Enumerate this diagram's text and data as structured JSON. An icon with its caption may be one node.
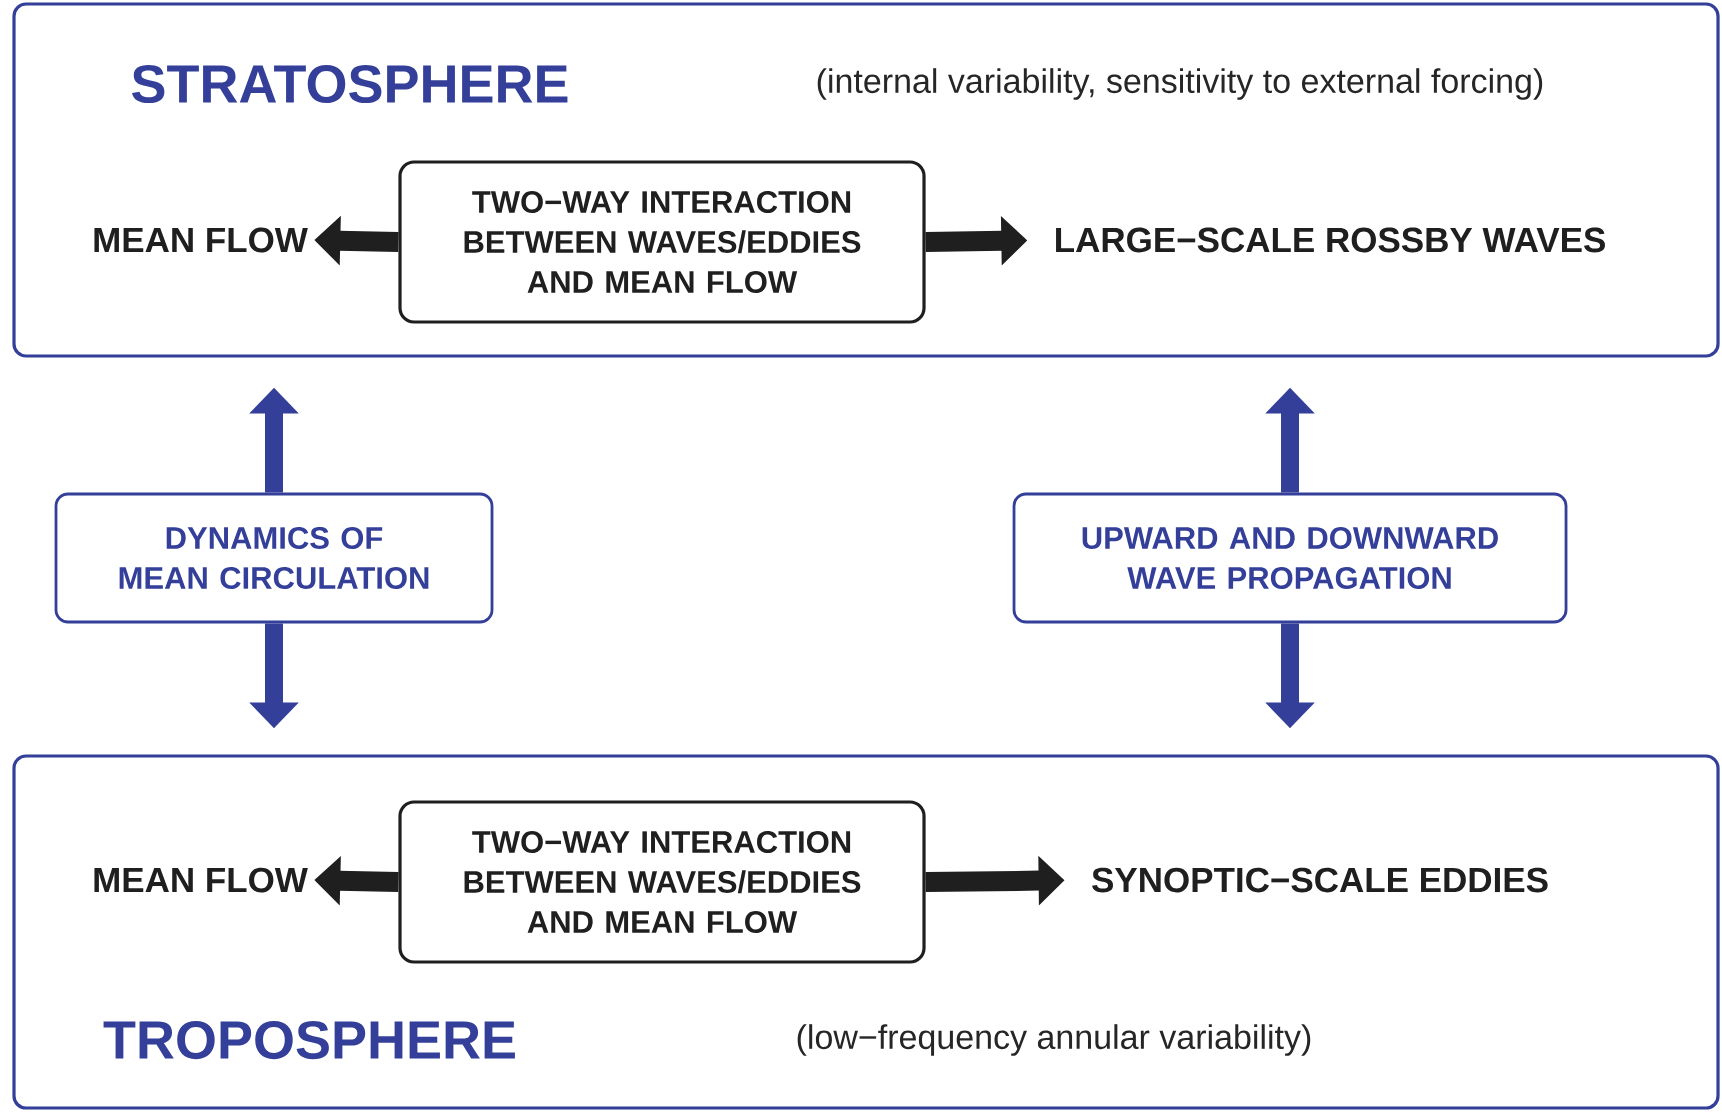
{
  "diagram": {
    "nodes": [
      {
        "text": [
          "STRATOSPHERE",
          "(internal variability, sensitivity to external forcing)"
        ]
      },
      {
        "text": [
          "MEAN FLOW"
        ],
        "in": 0
      },
      {
        "text": [
          "TWO−WAY INTERACTION BETWEEN WAVES/EDDIES AND MEAN FLOW"
        ],
        "in": 0
      },
      {
        "text": [
          "LARGE−SCALE ROSSBY WAVES"
        ],
        "in": 0
      },
      {
        "text": [
          "DYNAMICS OF MEAN CIRCULATION"
        ]
      },
      {
        "text": [
          "UPWARD AND DOWNWARD WAVE PROPAGATION"
        ]
      },
      {
        "text": [
          "TROPOSPHERE",
          "(low−frequency annular variability)"
        ]
      },
      {
        "text": [
          "MEAN FLOW"
        ],
        "in": 6
      },
      {
        "text": [
          "TWO−WAY INTERACTION BETWEEN WAVES/EDDIES AND MEAN FLOW"
        ],
        "in": 6
      },
      {
        "text": [
          "SYNOPTIC−SCALE EDDIES"
        ],
        "in": 6
      }
    ],
    "edges": [
      {
        "from": 2,
        "to": 1,
        "arrow": "to"
      },
      {
        "from": 2,
        "to": 3,
        "arrow": "to"
      },
      {
        "from": 4,
        "to": 0,
        "arrow": "to",
        "color": "#333f99"
      },
      {
        "from": 4,
        "to": 6,
        "arrow": "to",
        "color": "#333f99"
      },
      {
        "from": 5,
        "to": 0,
        "arrow": "to",
        "color": "#333f99"
      },
      {
        "from": 5,
        "to": 6,
        "arrow": "to",
        "color": "#333f99"
      },
      {
        "from": 8,
        "to": 7,
        "arrow": "to"
      },
      {
        "from": 8,
        "to": 9,
        "arrow": "to"
      }
    ]
  }
}
